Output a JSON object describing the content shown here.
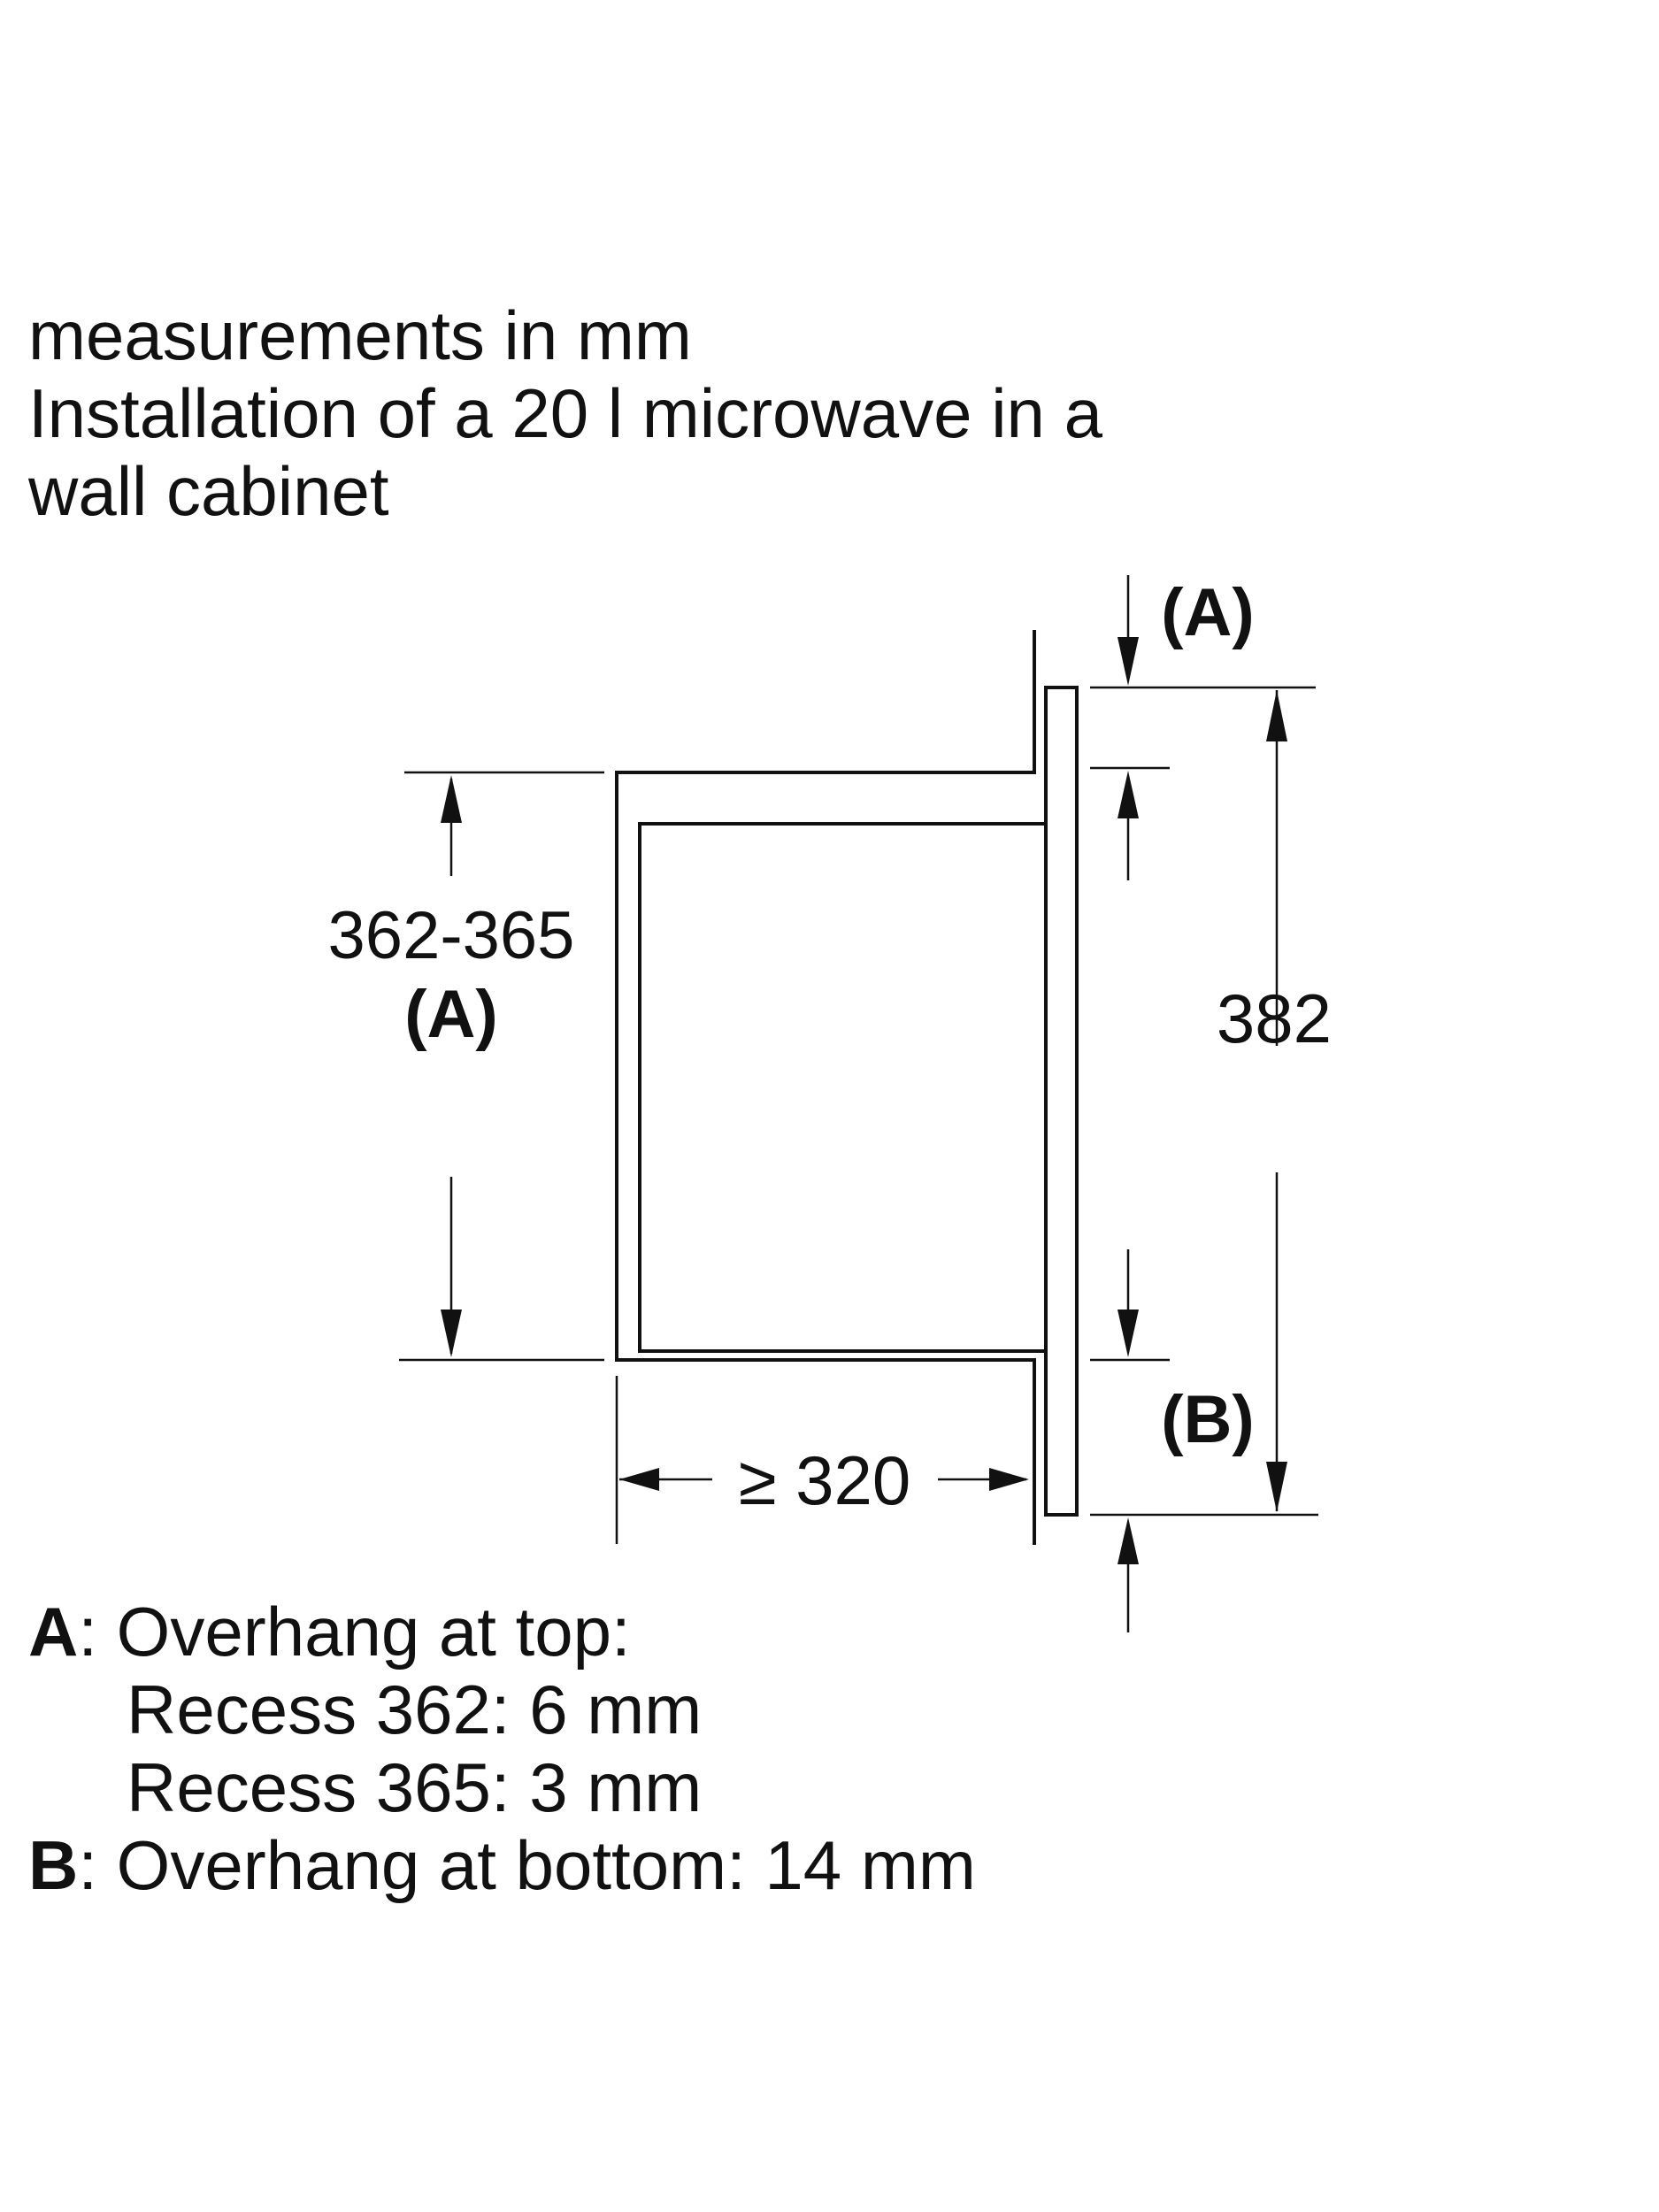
{
  "header": {
    "line1": "measurements in mm",
    "line2": "Installation of a 20 l microwave in a",
    "line3": "wall cabinet"
  },
  "dimensions": {
    "recess_height": "362-365",
    "recess_height_note": "(A)",
    "depth": "≥ 320",
    "front_height": "382",
    "top_marker": "(A)",
    "bottom_marker": "(B)"
  },
  "legend": [
    {
      "key": "A",
      "text": ": Overhang at top:"
    },
    {
      "key": "",
      "text": "Recess 362: 6 mm"
    },
    {
      "key": "",
      "text": "Recess 365: 3 mm"
    },
    {
      "key": "B",
      "text": ": Overhang at bottom: 14 mm"
    }
  ]
}
